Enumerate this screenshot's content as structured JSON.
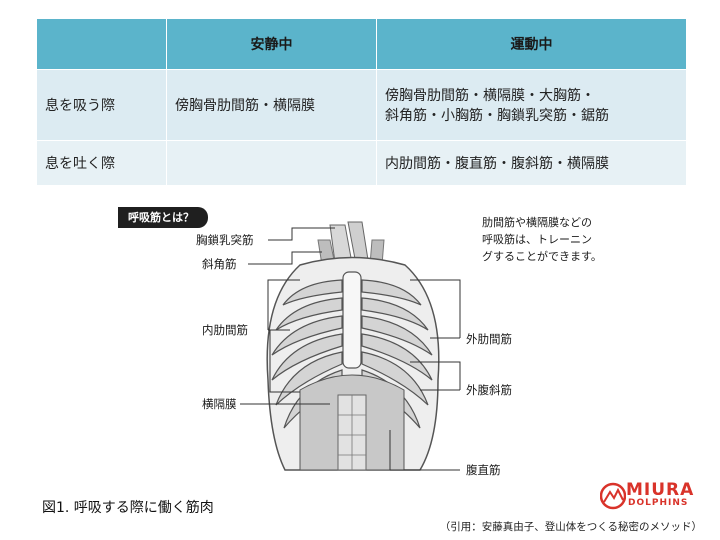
{
  "table": {
    "headers": [
      "",
      "安静中",
      "運動中"
    ],
    "rows": [
      {
        "label": "息を吸う際",
        "rest": "傍胸骨肋間筋・横隔膜",
        "exercise_line1": "傍胸骨肋間筋・横隔膜・大胸筋・",
        "exercise_line2": "斜角筋・小胸筋・胸鎖乳突筋・鋸筋"
      },
      {
        "label": "息を吐く際",
        "rest": "",
        "exercise": "内肋間筋・腹直筋・腹斜筋・横隔膜"
      }
    ]
  },
  "diagram": {
    "tag": "呼吸筋とは？",
    "labels_left": [
      "胸鎖乳突筋",
      "斜角筋",
      "内肋間筋",
      "横隔膜"
    ],
    "labels_right": [
      "外肋間筋",
      "外腹斜筋",
      "腹直筋"
    ],
    "note_lines": [
      "肋間筋や横隔膜などの",
      "呼吸筋は、トレーニン",
      "グすることができます。"
    ]
  },
  "caption": "図1. 呼吸する際に働く筋肉",
  "citation": "（引用：安藤真由子、登山体をつくる秘密のメソッド）",
  "logo": {
    "line1": "MIURA",
    "line2": "DOLPHINS",
    "color": "#d9332a"
  },
  "colors": {
    "header": "#5bb4cb",
    "row_light": "#dcebf2",
    "row_lighter": "#e7f1f5"
  }
}
